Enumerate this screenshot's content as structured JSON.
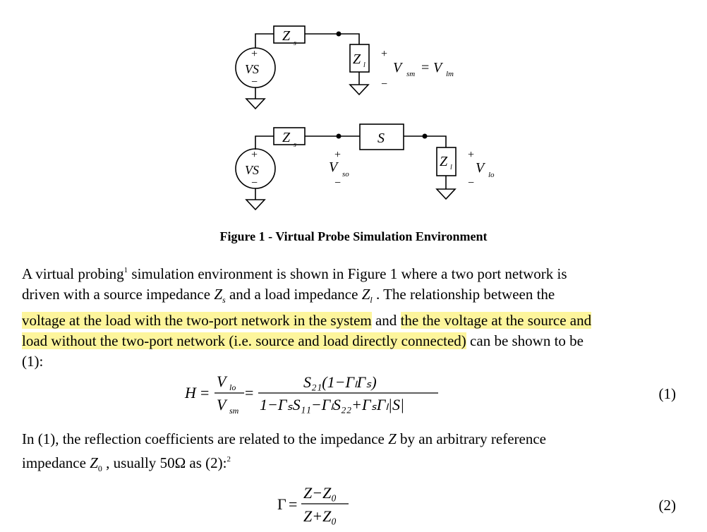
{
  "figure": {
    "labels": {
      "zs": "Z",
      "zs_sub": "s",
      "zl": "Z",
      "zl_sub": "l",
      "vs": "VS",
      "s_block": "S",
      "plus": "+",
      "minus": "−",
      "v_sm": "V",
      "v_sm_sub": "sm",
      "eq": "=",
      "v_lm": "V",
      "v_lm_sub": "lm",
      "v_so": "V",
      "v_so_sub": "so",
      "v_lo": "V",
      "v_lo_sub": "lo"
    },
    "caption": "Figure 1 - Virtual Probe Simulation Environment"
  },
  "para1": {
    "l1a": "A virtual probing",
    "fn1": "1",
    "l1b": " simulation environment is shown in Figure 1 where a two port network is",
    "l2a": "driven with a source impedance ",
    "l2zs": "Z",
    "l2zs_sub": "s",
    "l2b": " and a load impedance ",
    "l2zl": "Z",
    "l2zl_sub": "l",
    "l2c": " .  The relationship between the",
    "l3hl1": "voltage at the load with the two-port network in the system",
    "l3mid": " and ",
    "l3hl2": "the the voltage at the source and",
    "l4hl": "load without the two-port network (i.e. source and load directly connected)",
    "l4rest": " can be shown to be",
    "l5": "(1):"
  },
  "eq1": {
    "H": "H",
    "eq": "=",
    "num_V": "V",
    "num_sub": "lo",
    "den_V": "V",
    "den_sub": "sm",
    "rhs_num": "S₂₁(1−ΓₗΓₛ)",
    "rhs_den": "1−ΓₛS₁₁−ΓₗS₂₂+ΓₛΓₗ|S|",
    "number": "(1)"
  },
  "para2": {
    "l1a": "In (1), the reflection coefficients are related to the impedance ",
    "l1Z": "Z",
    "l1b": " by an arbitrary reference",
    "l2a": "impedance ",
    "l2Z0": "Z",
    "l2Z0_sub": "0",
    "l2b": " , usually ",
    "l2val": "50Ω",
    "l2c": " as (2):",
    "fn2": "2"
  },
  "eq2": {
    "gamma": "Γ",
    "eq": "=",
    "num": "Z−Z₀",
    "den": "Z+Z₀",
    "number": "(2)"
  }
}
